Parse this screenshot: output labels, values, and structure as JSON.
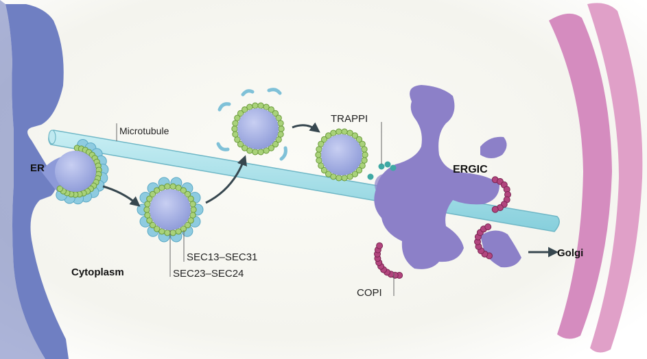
{
  "labels": {
    "er": "ER",
    "microtubule": "Microtubule",
    "cytoplasm": "Cytoplasm",
    "sec13_sec31": "SEC13–SEC31",
    "sec23_sec24": "SEC23–SEC24",
    "trappi": "TRAPPI",
    "ergic": "ERGIC",
    "copi": "COPI",
    "golgi": "Golgi"
  },
  "colors": {
    "er_membrane": "#6f7fc2",
    "vesicle_core": "#9aa6dd",
    "copii_outer": "#8ecbe0",
    "copii_inner": "#a9d27a",
    "microtubule": "#a8e0ea",
    "ergic": "#8c80c8",
    "copi": "#b2457e",
    "trappi": "#3fa9a4",
    "golgi": "#d58cbf",
    "arrow": "#37474f"
  }
}
